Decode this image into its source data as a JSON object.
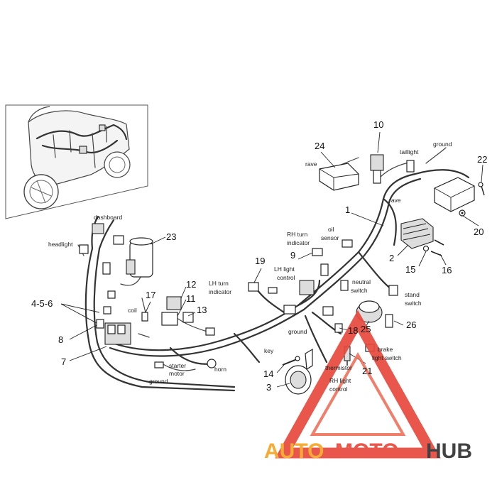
{
  "callouts": {
    "n1": "1",
    "n2": "2",
    "n3": "3",
    "n456": "4-5-6",
    "n7": "7",
    "n8": "8",
    "n9": "9",
    "n10": "10",
    "n11": "11",
    "n12": "12",
    "n13": "13",
    "n14": "14",
    "n15": "15",
    "n16": "16",
    "n17": "17",
    "n18": "18",
    "n19": "19",
    "n20": "20",
    "n21": "21",
    "n22": "22",
    "n23": "23",
    "n24": "24",
    "n25": "25",
    "n26": "26"
  },
  "labels": {
    "dashboard": "dashboard",
    "headlight": "headlight",
    "coil": "coil",
    "lh_turn_1": "LH turn",
    "lh_turn_2": "indicator",
    "starter_1": "starter",
    "starter_2": "motor",
    "horn": "horn",
    "ground_left": "ground",
    "rh_turn_1": "RH turn",
    "rh_turn_2": "indicator",
    "oil_1": "oil",
    "oil_2": "sensor",
    "lh_light_1": "LH light",
    "lh_light_2": "control",
    "neutral_1": "neutral",
    "neutral_2": "switch",
    "ground_mid": "ground",
    "key": "key",
    "thermistor": "thermistor",
    "rh_light_1": "RH light",
    "rh_light_2": "control",
    "rave_left": "rave",
    "taillight": "taillight",
    "ground_top": "ground",
    "rave_right": "rave",
    "stand_1": "stand",
    "stand_2": "switch",
    "brake_1": "brake",
    "brake_2": "light switch"
  },
  "watermark": {
    "brand_part1": "AUTO",
    "brand_part2": "MOTO",
    "brand_part3": "HUB",
    "color_orange": "#f5a623",
    "color_red": "#e8483c",
    "color_dark": "#333333"
  }
}
